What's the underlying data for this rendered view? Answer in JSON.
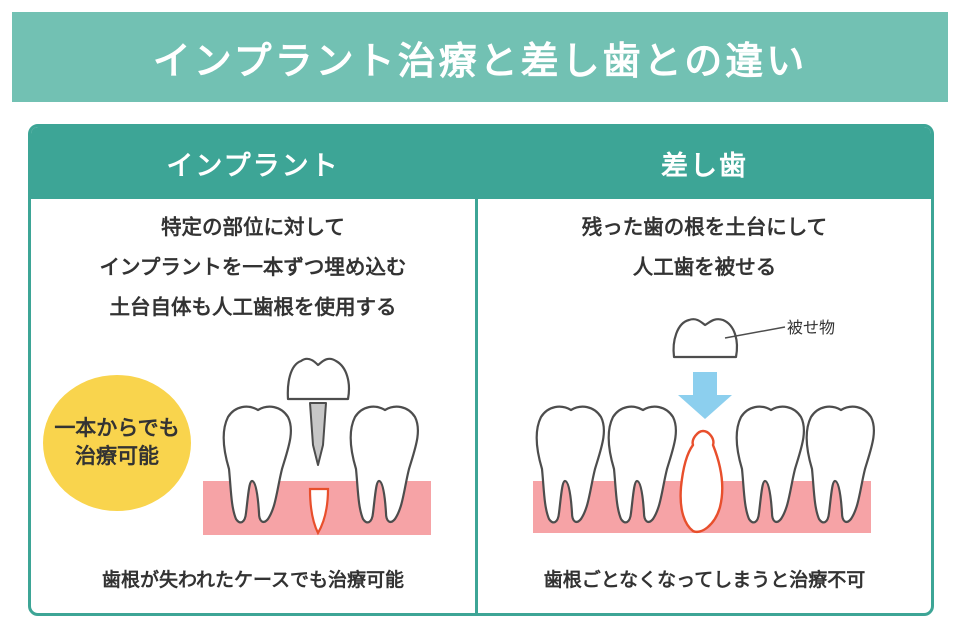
{
  "title": "インプラント治療と差し歯との違い",
  "implant": {
    "heading": "インプラント",
    "description": [
      "特定の部位に対して",
      "インプラントを一本ずつ埋め込む",
      "土台自体も人工歯根を使用する"
    ],
    "badge": [
      "一本からでも",
      "治療可能"
    ],
    "note": "歯根が失われたケースでも治療可能"
  },
  "sashiba": {
    "heading": "差し歯",
    "description": [
      "残った歯の根を土台にして",
      "人工歯を被せる"
    ],
    "crown_label": "被せ物",
    "note": "歯根ごとなくなってしまうと治療不可"
  },
  "colors": {
    "banner": "#72c1b3",
    "accent": "#3da596",
    "gum": "#f6a3a6",
    "badge": "#f9d44d",
    "arrow": "#8ccfee",
    "root_outline": "#e84f2c"
  }
}
